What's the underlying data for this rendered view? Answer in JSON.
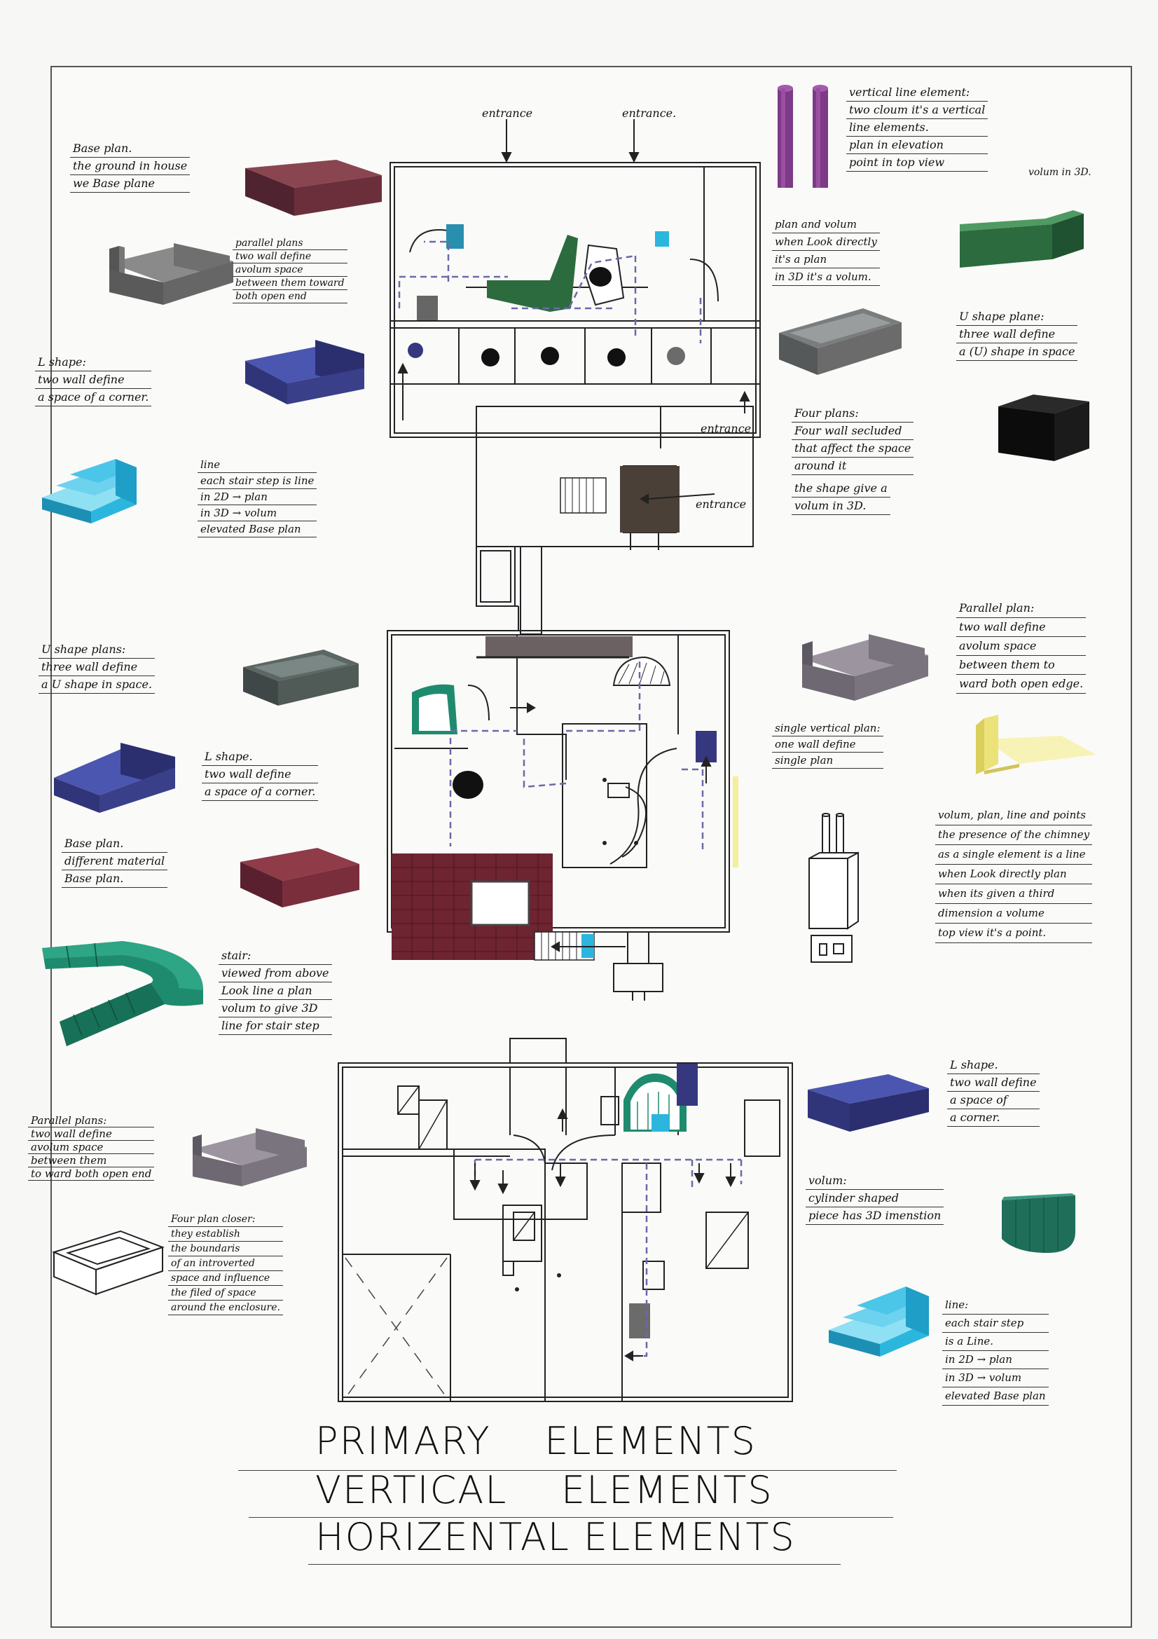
{
  "colors": {
    "maroon": "#6b2f3c",
    "grey": "#6b6b6b",
    "navy": "#35387f",
    "cyan": "#2bb6dd",
    "green": "#2c6b3e",
    "teal": "#1f8b6e",
    "purple": "#7d3a86",
    "yellow": "#f4ef9a",
    "black": "#111111"
  },
  "labels": {
    "entrance_1": "entrance",
    "entrance_2": "entrance.",
    "entrance_3": "entrance",
    "entrance_4": "entrance"
  },
  "notes": {
    "base_plan_1": [
      "Base plan.",
      "the ground in house",
      "we Base plane"
    ],
    "parallel_1": [
      "parallel plans",
      "two wall define",
      "avolum space",
      "between them toward",
      "both open end"
    ],
    "l_shape_1": [
      "L shape:",
      "two wall define",
      "a space of a corner."
    ],
    "stair_line_1": [
      "line",
      "each stair step is line",
      "in 2D → plan",
      "in 3D → volum",
      "elevated Base plan"
    ],
    "vertical_line": [
      "vertical line element:",
      "two cloum it's a vertical",
      "line elements.",
      "plan in elevation",
      "point in top view"
    ],
    "vertical_line_volume": "volum in 3D.",
    "plan_volume": [
      "plan and volum",
      "when Look directly",
      "it's a plan",
      "in 3D it's a volum."
    ],
    "u_shape_1": [
      "U shape plane:",
      "three wall define",
      "a (U) shape in space"
    ],
    "four_plans_1": [
      "Four plans:",
      "Four wall secluded",
      "that affect the space",
      "around it"
    ],
    "shape_volume": [
      "the shape give a",
      "volum in 3D."
    ],
    "u_shape_2": [
      "U shape plans:",
      "three wall define",
      "a U shape in space."
    ],
    "l_shape_2": [
      "L shape.",
      "two wall define",
      "a space of a corner."
    ],
    "base_plan_2": [
      "Base plan.",
      "different material",
      "Base plan."
    ],
    "stair_2": [
      "stair:",
      "viewed from above",
      "Look line a plan",
      "volum to give 3D",
      "line for stair step"
    ],
    "parallel_2": [
      "Parallel plan:",
      "two wall define",
      "avolum space",
      "between them to",
      "ward both open edge."
    ],
    "single_vertical": [
      "single vertical plan:",
      "one wall define",
      "single plan"
    ],
    "chimney": [
      "volum, plan, line and points",
      "the presence of the chimney",
      "as a single element is a line",
      "when Look directly plan",
      "when its given a third",
      "dimension a volume",
      "top view it's a point."
    ],
    "l_shape_3": [
      "L shape.",
      "two wall define",
      "a space of",
      "a corner."
    ],
    "parallel_3": [
      "Parallel plans:",
      "two wall define",
      "avolum space",
      "between them",
      "to ward both open end"
    ],
    "four_plan_closer": [
      "Four plan closer:",
      "they establish",
      "the boundaris",
      "of an introverted",
      "space and influence",
      "the filed of space",
      "around the enclosure."
    ],
    "cylinder": [
      "volum:",
      "cylinder shaped",
      "piece has 3D imenstion"
    ],
    "stair_3": [
      "line:",
      "each stair step",
      "is a Line.",
      "in 2D → plan",
      "in 3D → volum",
      "elevated Base plan"
    ]
  },
  "titles": {
    "line1": "PRIMARY    ELEMENTS",
    "line2": "VERTICAL    ELEMENTS",
    "line3": "HORIZENTAL ELEMENTS"
  }
}
